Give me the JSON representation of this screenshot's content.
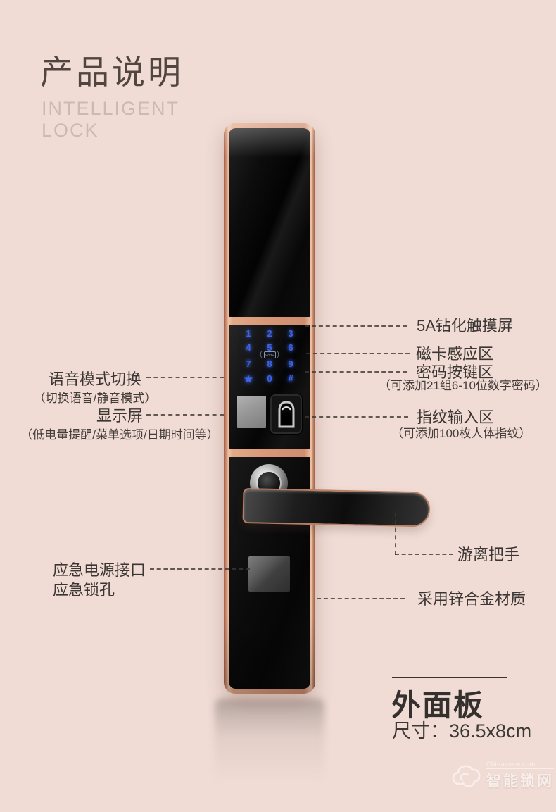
{
  "header": {
    "title": "产品说明",
    "subtitle_line1": "INTELLIGENT",
    "subtitle_line2": "LOCK"
  },
  "callouts": {
    "touchscreen": {
      "label": "5A钻化触摸屏"
    },
    "card_zone": {
      "label": "磁卡感应区"
    },
    "password_zone": {
      "label": "密码按键区",
      "sub": "（可添加21组6-10位数字密码）"
    },
    "fingerprint_zone": {
      "label": "指纹输入区",
      "sub": "（可添加100枚人体指纹）"
    },
    "free_handle": {
      "label": "游离把手"
    },
    "material": {
      "label": "采用锌合金材质"
    },
    "voice_mode": {
      "label": "语音模式切换",
      "sub": "（切换语音/静音模式）"
    },
    "display_screen": {
      "label": "显示屏",
      "sub": "（低电量提醒/菜单选项/日期时间等）"
    },
    "emergency_power": {
      "label": "应急电源接口"
    },
    "emergency_keyhole": {
      "label": "应急锁孔"
    }
  },
  "lock": {
    "keypad_keys": [
      "1",
      "2",
      "3",
      "4",
      "5",
      "6",
      "7",
      "8",
      "9",
      "★",
      "0",
      "#"
    ],
    "card_icon_label": "CARD"
  },
  "panel_info": {
    "name": "外面板",
    "size": "尺寸：36.5x8cm"
  },
  "watermark": {
    "site": "Chinaznsw.com",
    "name": "智能锁网"
  },
  "colors": {
    "background": "#f0dcd5",
    "frame_rose_gold": "#d89b7d",
    "keypad_blue": "#3d63e8",
    "text_dark": "#3b3533",
    "subtitle_gray": "#cbbab3"
  }
}
